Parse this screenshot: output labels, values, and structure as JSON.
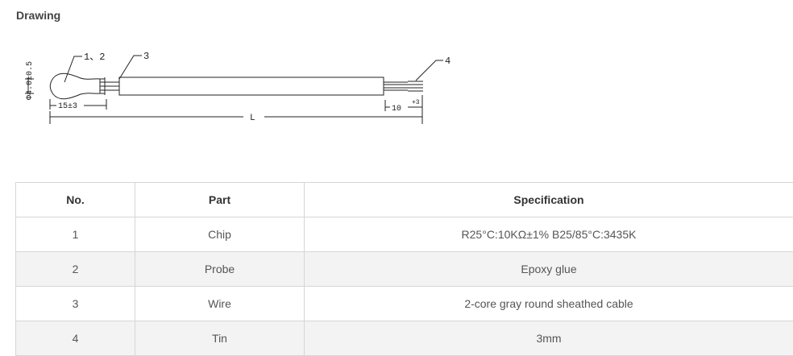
{
  "section": {
    "title": "Drawing"
  },
  "drawing": {
    "labels": {
      "diameter": "Φ4.0±0.5",
      "callout_12": "1、2",
      "callout_3": "3",
      "callout_4": "4",
      "dim_head": "15±3",
      "dim_total": "L",
      "dim_tail": "10",
      "dim_tail_tol": "+3"
    }
  },
  "table": {
    "headers": [
      "No.",
      "Part",
      "Specification"
    ],
    "rows": [
      {
        "no": "1",
        "part": "Chip",
        "spec": "R25°C:10KΩ±1% B25/85°C:3435K"
      },
      {
        "no": "2",
        "part": "Probe",
        "spec": "Epoxy glue"
      },
      {
        "no": "3",
        "part": "Wire",
        "spec": "2-core gray round sheathed cable"
      },
      {
        "no": "4",
        "part": "Tin",
        "spec": "3mm"
      }
    ]
  }
}
